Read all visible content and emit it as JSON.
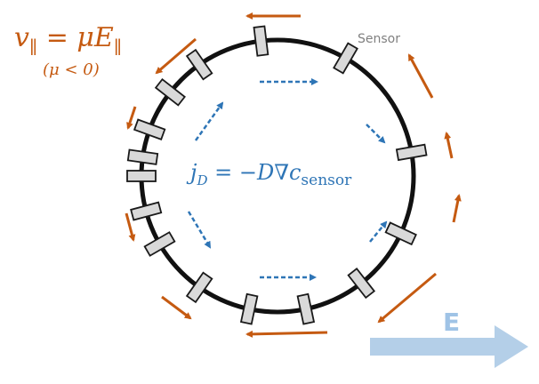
{
  "equations": {
    "velocity": {
      "lhs_base": "v",
      "lhs_sub": "∥",
      "rhs_base": " = μE",
      "rhs_sub": "∥",
      "condition": "(μ < 0)"
    },
    "flux": {
      "lhs_base": "j",
      "lhs_sub": "D",
      "rhs": " = −D∇c",
      "rhs_sub": "sensor"
    }
  },
  "labels": {
    "sensor": "Sensor",
    "field": "E"
  },
  "colors": {
    "ring": "#111111",
    "sensor_fill": "#d9d9d9",
    "sensor_stroke": "#1a1a1a",
    "drift": "#c55a11",
    "diffusion": "#2e75b6",
    "field_arrow": "#b4cfe8",
    "field_label": "#9fc3e6",
    "sensor_label": "#808080"
  },
  "sensors": {
    "angles_deg": [
      97,
      60,
      10,
      -25,
      -52,
      -78,
      -102,
      -125,
      -150,
      -165,
      -180,
      172,
      160,
      142,
      125
    ]
  }
}
